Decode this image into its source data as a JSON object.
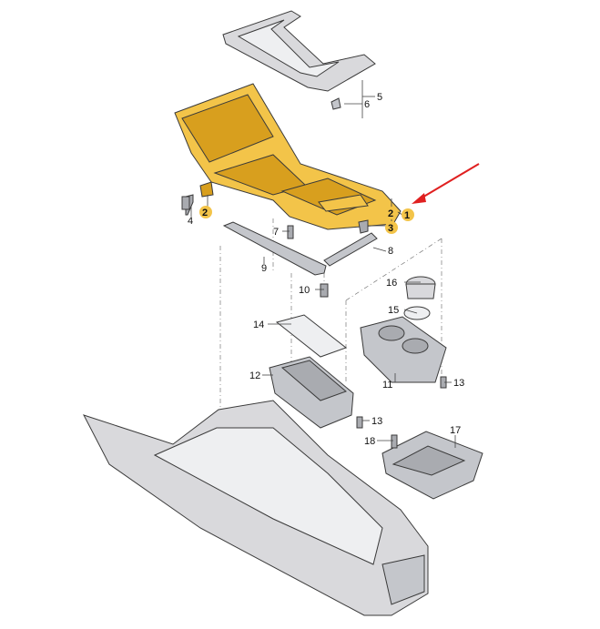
{
  "callouts": {
    "c1": "1",
    "c2a": "2",
    "c2b": "2",
    "c3": "3",
    "c4": "4",
    "c5": "5",
    "c6": "6",
    "c7": "7",
    "c8": "8",
    "c9": "9",
    "c10": "10",
    "c11": "11",
    "c12": "12",
    "c13a": "13",
    "c13b": "13",
    "c14": "14",
    "c15": "15",
    "c16": "16",
    "c17": "17",
    "c18": "18"
  },
  "colors": {
    "highlight": "#f3c449",
    "arrow": "#e02020",
    "part_grey": "#d9d9dc",
    "line": "#3a3a3a"
  }
}
